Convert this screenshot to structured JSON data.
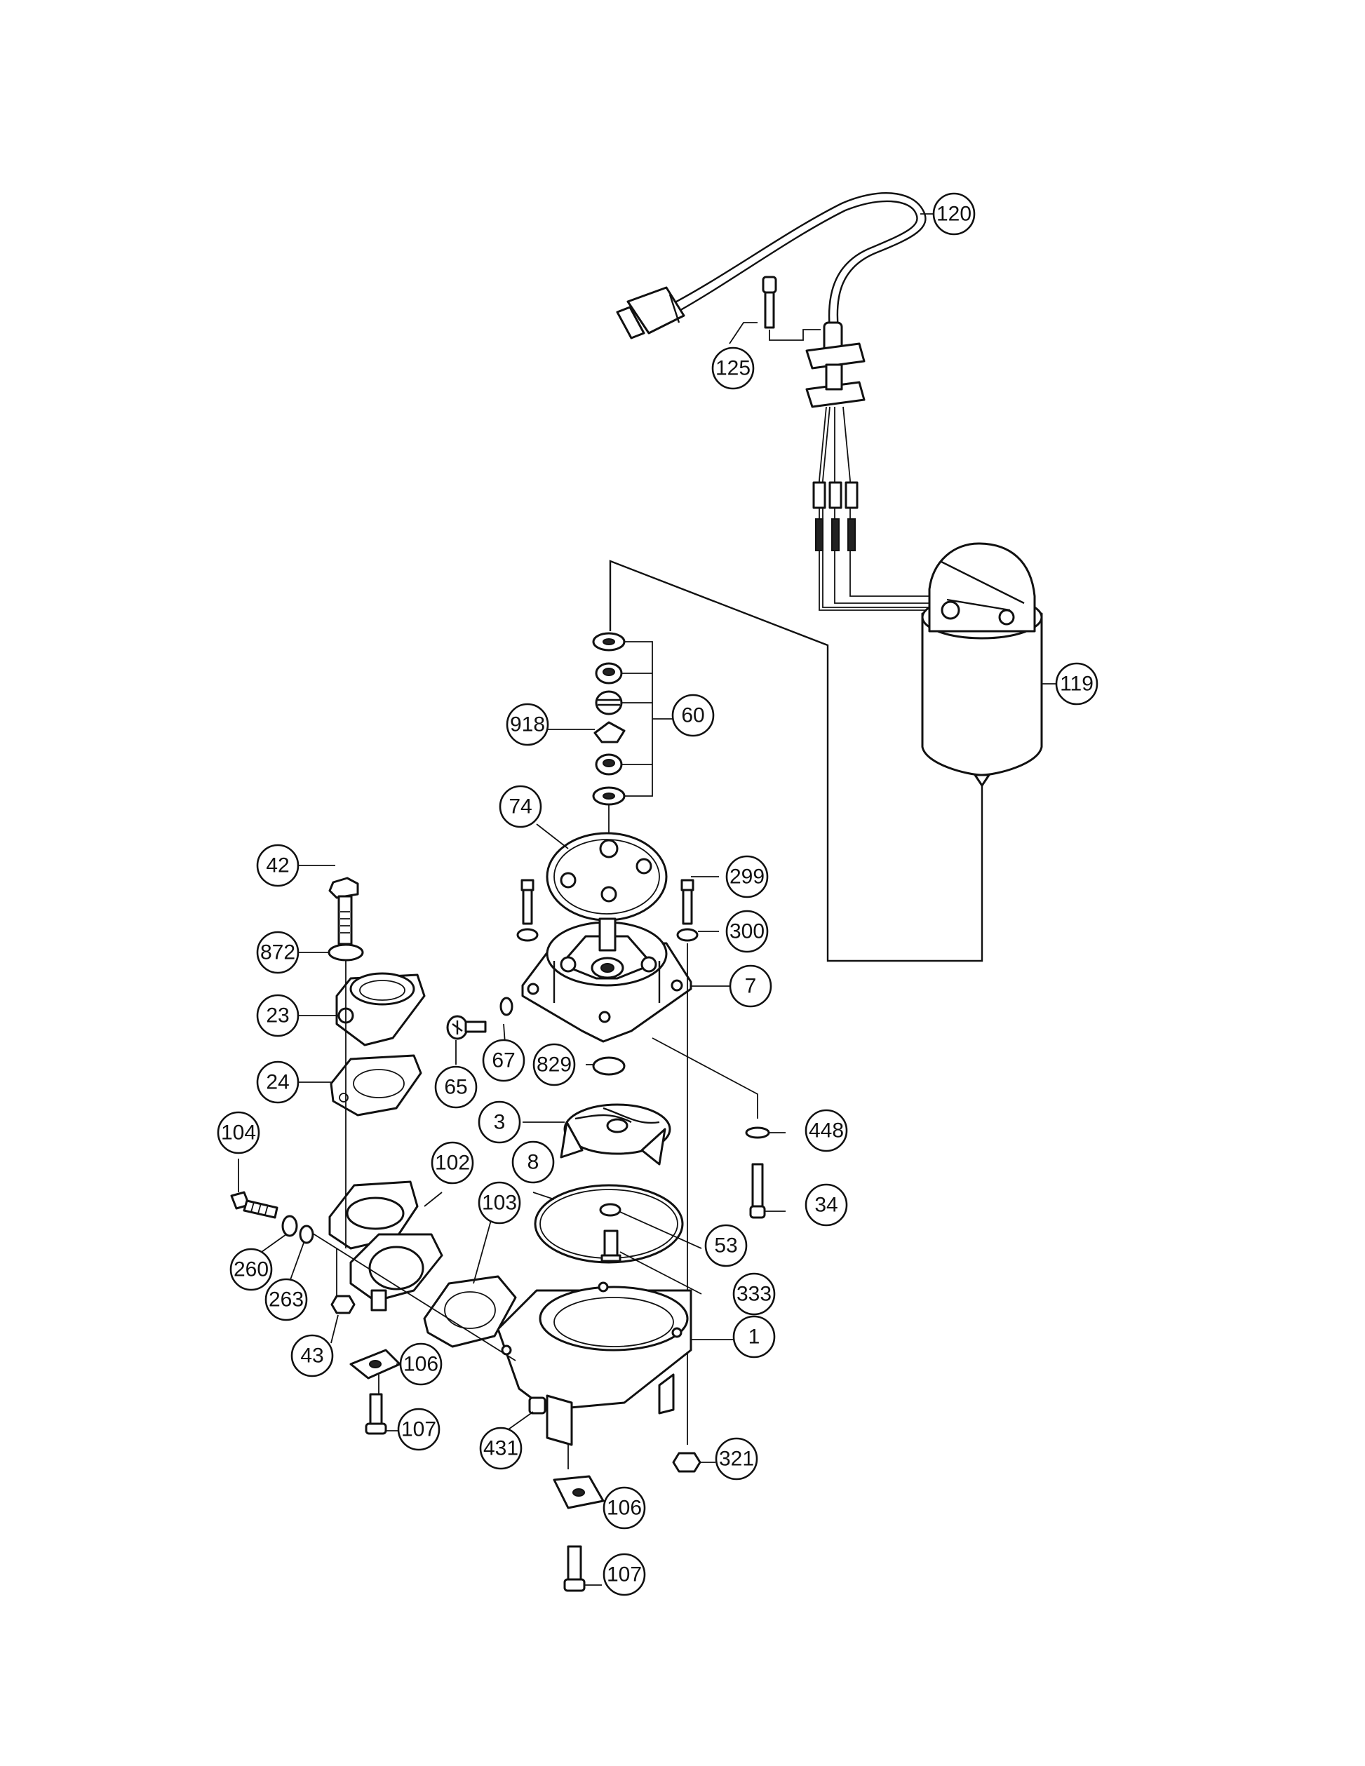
{
  "callouts": [
    {
      "id": "c120",
      "label": "120"
    },
    {
      "id": "c125",
      "label": "125"
    },
    {
      "id": "c119",
      "label": "119"
    },
    {
      "id": "c60",
      "label": "60"
    },
    {
      "id": "c918",
      "label": "918"
    },
    {
      "id": "c74",
      "label": "74"
    },
    {
      "id": "c42",
      "label": "42"
    },
    {
      "id": "c299",
      "label": "299"
    },
    {
      "id": "c300",
      "label": "300"
    },
    {
      "id": "c872",
      "label": "872"
    },
    {
      "id": "c7",
      "label": "7"
    },
    {
      "id": "c23",
      "label": "23"
    },
    {
      "id": "c67",
      "label": "67"
    },
    {
      "id": "c829",
      "label": "829"
    },
    {
      "id": "c24",
      "label": "24"
    },
    {
      "id": "c65",
      "label": "65"
    },
    {
      "id": "c3",
      "label": "3"
    },
    {
      "id": "c448",
      "label": "448"
    },
    {
      "id": "c104",
      "label": "104"
    },
    {
      "id": "c8",
      "label": "8"
    },
    {
      "id": "c102",
      "label": "102"
    },
    {
      "id": "c34",
      "label": "34"
    },
    {
      "id": "c103",
      "label": "103"
    },
    {
      "id": "c53",
      "label": "53"
    },
    {
      "id": "c260",
      "label": "260"
    },
    {
      "id": "c333",
      "label": "333"
    },
    {
      "id": "c263",
      "label": "263"
    },
    {
      "id": "c1",
      "label": "1"
    },
    {
      "id": "c43",
      "label": "43"
    },
    {
      "id": "c106a",
      "label": "106"
    },
    {
      "id": "c107a",
      "label": "107"
    },
    {
      "id": "c431",
      "label": "431"
    },
    {
      "id": "c321",
      "label": "321"
    },
    {
      "id": "c106b",
      "label": "106"
    },
    {
      "id": "c107b",
      "label": "107"
    }
  ]
}
